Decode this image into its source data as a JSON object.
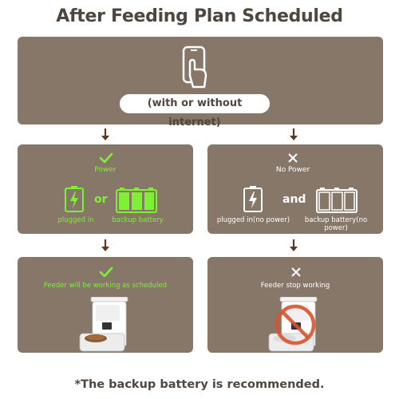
{
  "title": "After Feeding Plan Scheduled",
  "top": {
    "pill_text": "(with or without internet)"
  },
  "power": {
    "status": "Power",
    "left_label": "plugged in",
    "connector": "or",
    "right_label": "backup battery"
  },
  "no_power": {
    "status": "No Power",
    "left_label": "plugged in(no power)",
    "connector": "and",
    "right_label": "backup battery(no power)"
  },
  "feeder_ok": {
    "caption": "Feeder will be working as scheduled"
  },
  "feeder_stop": {
    "caption": "Feeder stop working"
  },
  "footer": "*The backup battery is recommended.",
  "colors": {
    "panel": "#877768",
    "accent_green": "#7cf233",
    "title_text": "#4f4640",
    "prohibit_red": "#d9532f"
  },
  "icons": [
    "phone-touch-icon",
    "check-icon",
    "cross-icon",
    "plugged-battery-icon",
    "full-battery-icon",
    "empty-battery-icon",
    "pet-feeder-icon",
    "prohibited-icon",
    "down-arrow-icon"
  ]
}
